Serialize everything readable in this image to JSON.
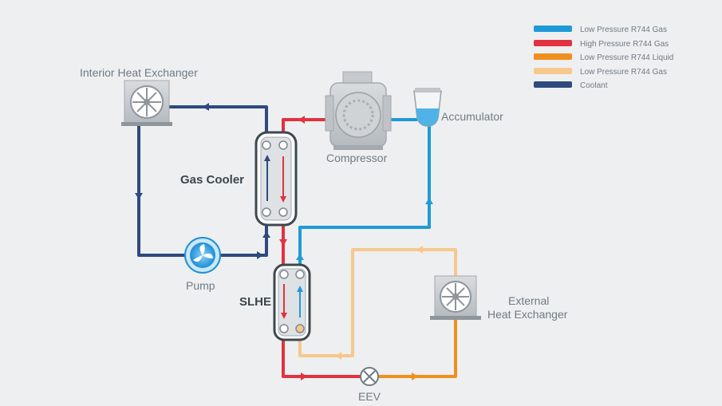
{
  "legend": [
    {
      "label": "Low Pressure R744 Gas",
      "color": "#1f9ad8"
    },
    {
      "label": "High Pressure R744 Gas",
      "color": "#e2323f"
    },
    {
      "label": "Low Pressure R744 Liquid",
      "color": "#ef8f1d"
    },
    {
      "label": "Low Pressure R744 Gas",
      "color": "#f6c88e"
    },
    {
      "label": "Coolant",
      "color": "#2e4a7e"
    }
  ],
  "components": {
    "interior_heat_exchanger": "Interior Heat Exchanger",
    "gas_cooler": "Gas Cooler",
    "compressor": "Compressor",
    "accumulator": "Accumulator",
    "pump": "Pump",
    "slhe": "SLHE",
    "external_heat_exchanger_line1": "External",
    "external_heat_exchanger_line2": "Heat Exchanger",
    "eev": "EEV"
  }
}
